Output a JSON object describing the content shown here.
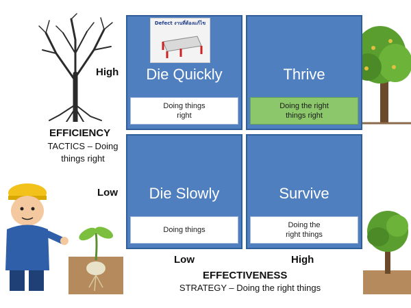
{
  "quadrants": {
    "top_left": {
      "title": "Die Quickly",
      "box": "Doing things\nright"
    },
    "top_right": {
      "title": "Thrive",
      "box": "Doing the right\nthings right"
    },
    "bottom_left": {
      "title": "Die Slowly",
      "box": "Doing things"
    },
    "bottom_right": {
      "title": "Survive",
      "box": "Doing the\nright things"
    }
  },
  "y_axis": {
    "high": "High",
    "low": "Low",
    "title": "EFFICIENCY",
    "subtitle_line1": "TACTICS – Doing",
    "subtitle_line2": "things right"
  },
  "x_axis": {
    "low": "Low",
    "high": "High",
    "title": "EFFECTIVENESS",
    "subtitle": "STRATEGY – Doing the right things"
  },
  "photo_caption": "Defect งานที่ต้องแก้ไข",
  "colors": {
    "quadrant_fill": "#4f7fbf",
    "quadrant_border": "#2f5e99",
    "highlight_box": "#8cc76b"
  },
  "icons": [
    "dead-tree-icon",
    "healthy-tree-icon",
    "engineer-icon",
    "sprout-icon",
    "small-tree-icon"
  ]
}
